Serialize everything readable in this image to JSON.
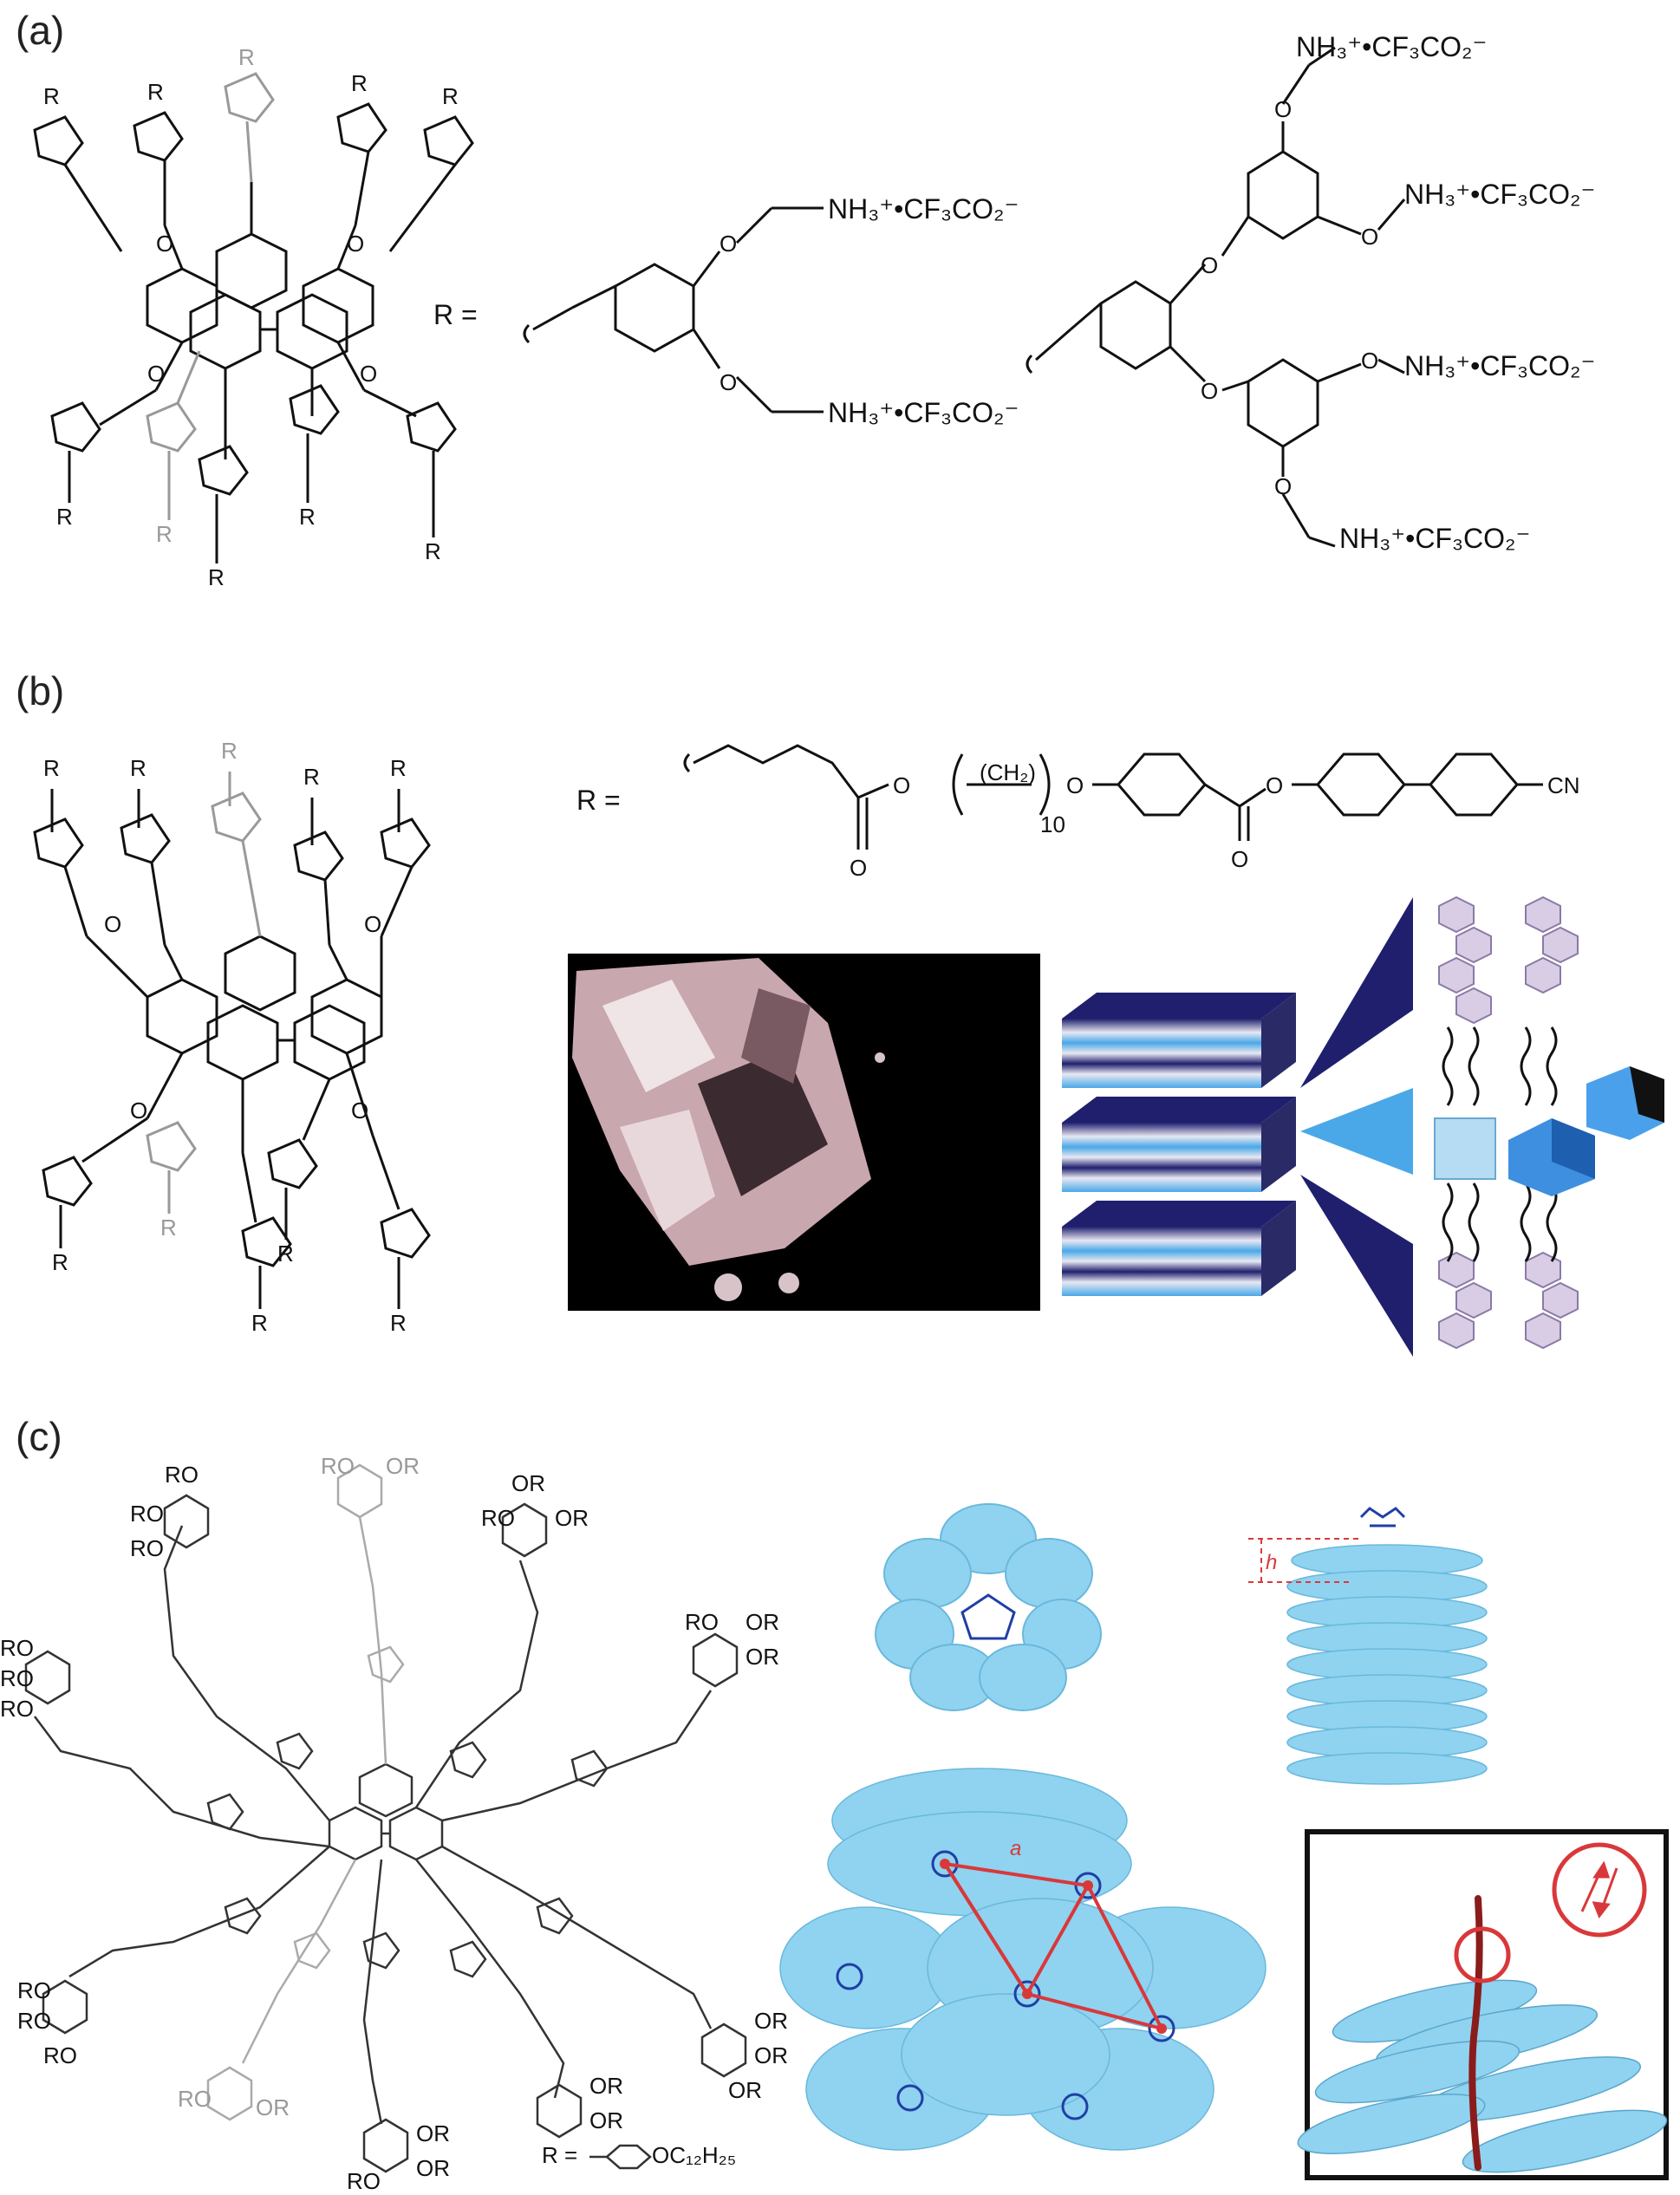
{
  "panels": {
    "a": {
      "label": "(a)",
      "r_equals": "R =",
      "atom_R": "R",
      "atom_N": "N",
      "atom_O": "O",
      "ammonium": "NH₃⁺•CF₃CO₂⁻"
    },
    "b": {
      "label": "(b)",
      "r_equals": "R =",
      "atom_R": "R",
      "atom_O": "O",
      "chain": "(CH₂)",
      "chain_sub": "10",
      "nitrile": "CN"
    },
    "c": {
      "label": "(c)",
      "r_equals": "R =",
      "ro": "RO",
      "or": "OR",
      "dodecyl": "OC₁₂H₂₅",
      "lattice_a": "a",
      "height_h": "h"
    }
  },
  "colors": {
    "ink": "#111111",
    "grey_ink": "#999999",
    "cyan_disc": "#8fd3f0",
    "dark_blue": "#1f3fa6",
    "red_lattice": "#d9383a",
    "navy": "#1f1f6e",
    "photo_bg": "#000000"
  }
}
